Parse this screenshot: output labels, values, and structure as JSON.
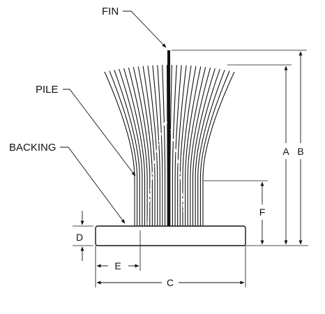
{
  "labels": {
    "fin": "FIN",
    "pile": "PILE",
    "backing": "BACKING"
  },
  "dimensions": {
    "a": "A",
    "b": "B",
    "c": "C",
    "d": "D",
    "e": "E",
    "f": "F"
  },
  "colors": {
    "ink": "#111111",
    "background": "#ffffff"
  }
}
